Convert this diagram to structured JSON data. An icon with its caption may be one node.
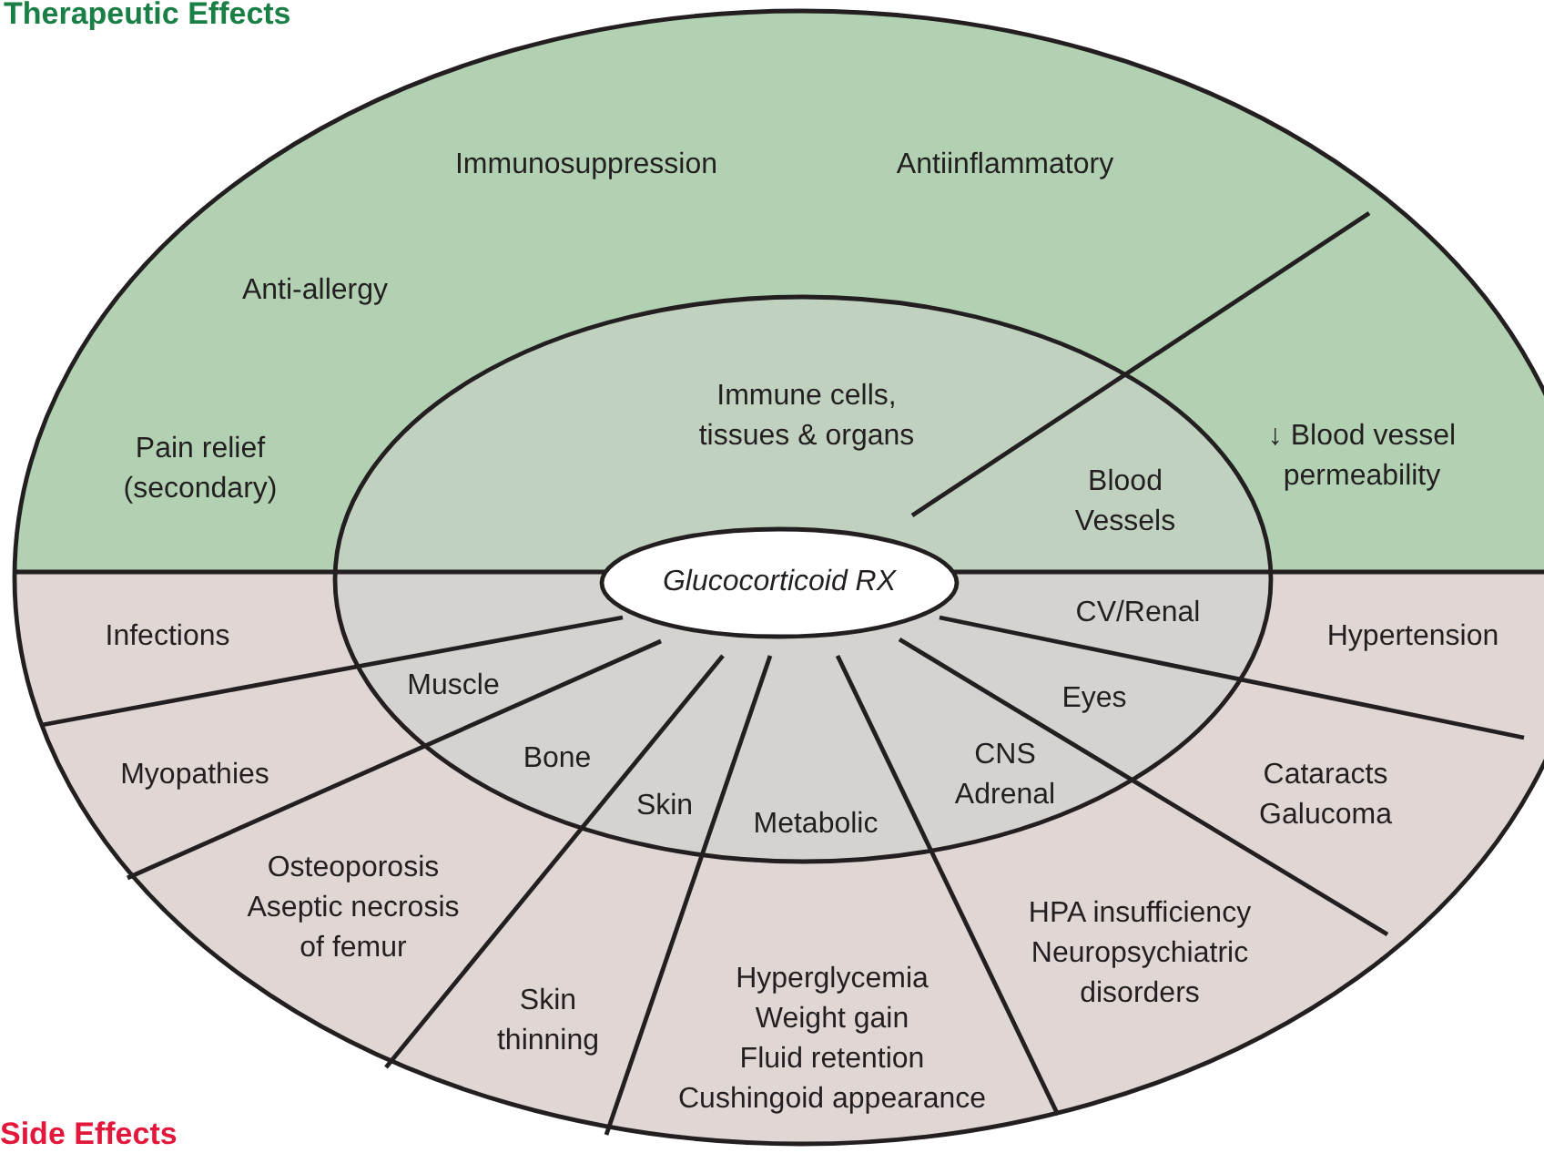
{
  "diagram": {
    "nodes": [
      {
        "text": [
          "Glucocorticoid RX"
        ]
      }
    ],
    "edges": [],
    "labels": [
      "Therapeutic Effects",
      "Immunosuppression",
      "Antiinflammatory",
      "Anti-allergy",
      "Pain relief (secondary)",
      "Immune cells, tissues & organs",
      "Blood Vessels",
      "↓ Blood vessel permeability",
      "Infections",
      "CV/Renal",
      "Hypertension",
      "Muscle",
      "Eyes",
      "Myopathies",
      "Bone",
      "CNS Adrenal",
      "Cataracts Galucoma",
      "Skin",
      "Metabolic",
      "Osteoporosis Aseptic necrosis of femur",
      "HPA insufficiency Neuropsychiatric disorders",
      "Skin thinning",
      "Hyperglycemia Weight gain Fluid retention Cushingoid appearance",
      "Side Effects"
    ]
  }
}
